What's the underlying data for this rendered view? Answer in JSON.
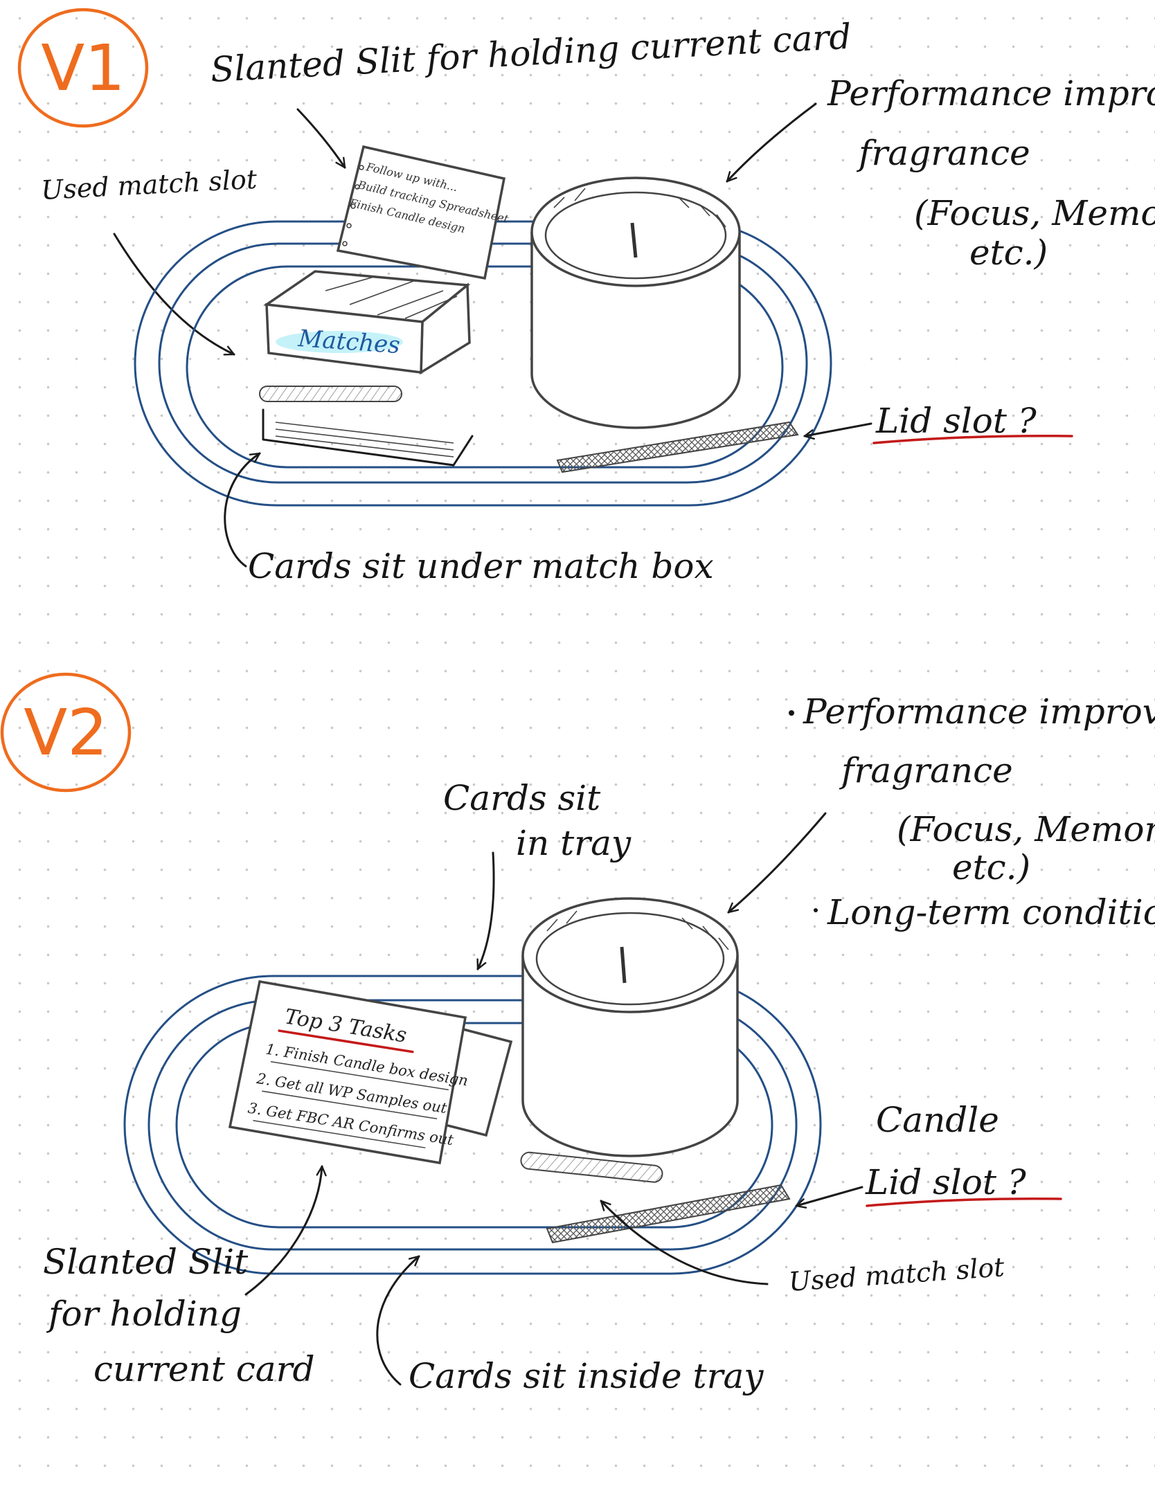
{
  "v1": {
    "version": "V1",
    "card_slit_label": "Slanted Slit for holding current card",
    "fragrance_lines": [
      "Performance improving",
      "fragrance",
      "(Focus, Memory,",
      "etc.)"
    ],
    "match_slot_label": "Used match slot",
    "card_items": [
      "Follow up with...",
      "Build tracking Spreadsheet",
      "Finish Candle design",
      "",
      ""
    ],
    "matches_label": "Matches",
    "lid_slot_label": "Lid slot ?",
    "cards_label": "Cards sit under match box"
  },
  "v2": {
    "version": "V2",
    "fragrance_lines": [
      "Performance improving",
      "fragrance",
      "(Focus, Memory,",
      "etc.)"
    ],
    "conditioning_label": "Long-term conditioning",
    "cards_tray_lines": [
      "Cards sit",
      "in tray"
    ],
    "card_title": "Top 3 Tasks",
    "card_tasks": [
      "1. Finish Candle box design",
      "2. Get all WP Samples out",
      "3. Get FBC AR Confirms out"
    ],
    "candle_label": "Candle",
    "lid_slot_label": "Lid slot ?",
    "match_slot_label": "Used match slot",
    "slit_lines": [
      "Slanted Slit",
      "for holding",
      "current card"
    ],
    "cards_label": "Cards sit inside tray"
  },
  "colors": {
    "tray_ink": "#244f86",
    "version_circle": "#ef6c1e",
    "underline": "#c41a1a",
    "matches_highlight": "#7fe3f2"
  }
}
